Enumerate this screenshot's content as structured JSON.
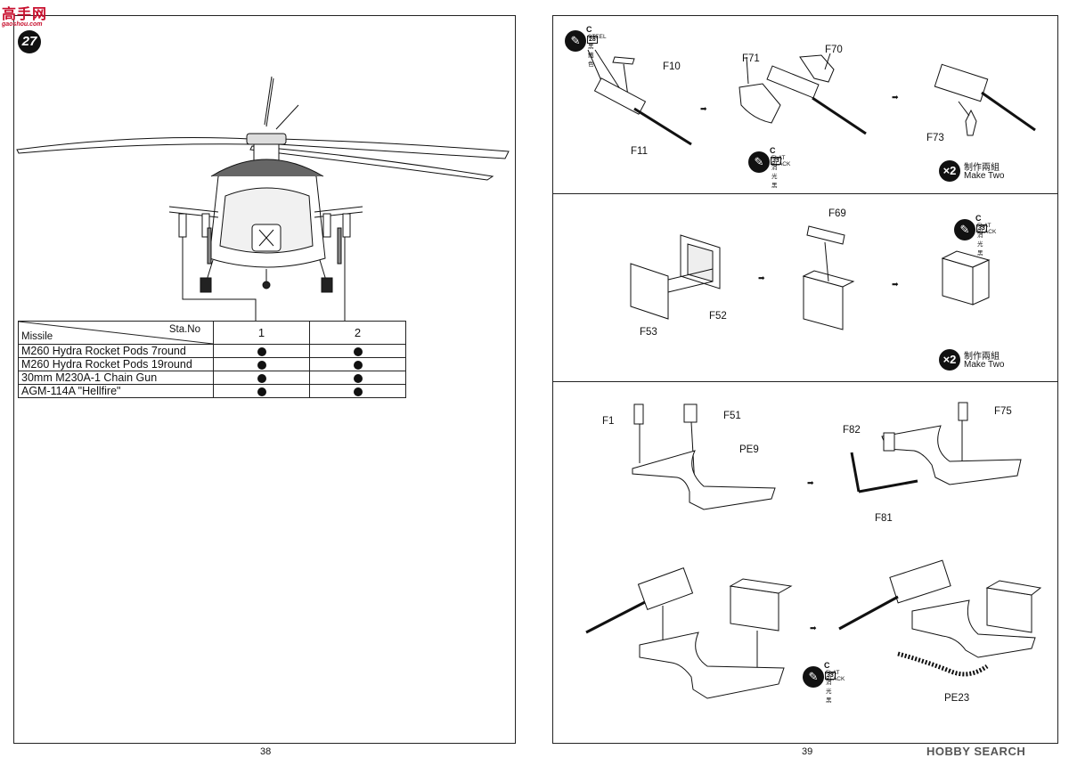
{
  "watermark": {
    "brand_text": "高手网",
    "url": "gaoshou.com"
  },
  "left_page": {
    "step_number": "27",
    "page_number": "38",
    "table": {
      "header_station": "Sta.No",
      "header_missile": "Missile",
      "stations": [
        "1",
        "2"
      ],
      "rows": [
        {
          "name": "M260 Hydra Rocket Pods 7round",
          "st1": true,
          "st2": true
        },
        {
          "name": "M260 Hydra Rocket Pods 19round",
          "st1": true,
          "st2": true
        },
        {
          "name": "30mm M230A-1 Chain Gun",
          "st1": true,
          "st2": true
        },
        {
          "name": "AGM-114A \"Hellfire\"",
          "st1": true,
          "st2": true
        }
      ]
    }
  },
  "right_page": {
    "page_number": "39",
    "section1": {
      "paint1": {
        "code": "C",
        "num": "28",
        "en": "STEEL",
        "cn": "黑鐵色"
      },
      "paint2": {
        "code": "C",
        "num": "33",
        "en": "FLAT BLACK",
        "cn": "消光黑"
      },
      "labels": [
        "F10",
        "F11",
        "F71",
        "F70",
        "F73"
      ],
      "make_two": {
        "mult": "×2",
        "cn": "制作兩組",
        "en": "Make Two"
      }
    },
    "section2": {
      "paint": {
        "code": "C",
        "num": "33",
        "en": "FLAT BLACK",
        "cn": "消光黑"
      },
      "labels": [
        "F69",
        "F53",
        "F52"
      ],
      "make_two": {
        "mult": "×2",
        "cn": "制作兩組",
        "en": "Make Two"
      }
    },
    "section3": {
      "labels": [
        "F1",
        "F51",
        "PE9",
        "F82",
        "F75",
        "F81",
        "PE23"
      ],
      "paint": {
        "code": "C",
        "num": "33",
        "en": "FLAT BLACK",
        "cn": "消光黑"
      }
    }
  },
  "site_brand": "HOBBY SEARCH"
}
